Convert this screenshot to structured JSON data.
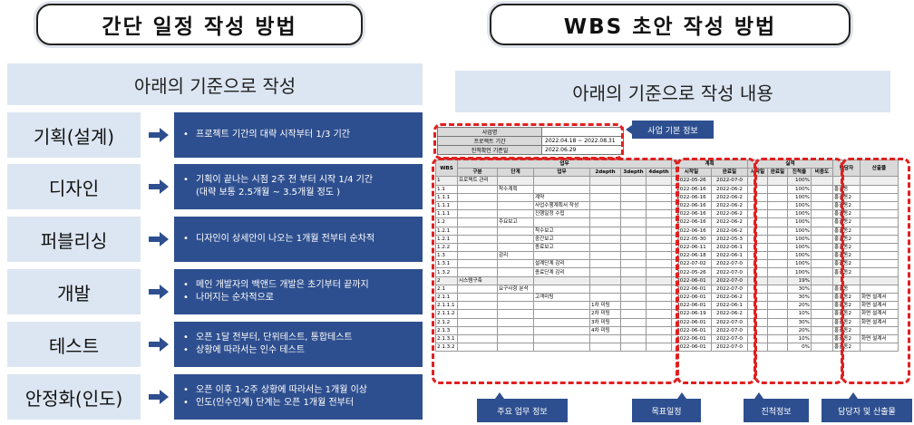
{
  "left": {
    "title": "간단 일정 작성 방법",
    "subtitle": "아래의 기준으로 작성",
    "phases": [
      {
        "label": "기획(설계)",
        "lines": [
          "프로젝트 기간의 대략 시작부터 1/3 기간"
        ]
      },
      {
        "label": "디자인",
        "lines": [
          "기획이 끝나는 시점 2주 전 부터 시작 1/4 기간",
          "(대략 보통 2.5개월 ~ 3.5개월 정도 )"
        ]
      },
      {
        "label": "퍼블리싱",
        "lines": [
          "디자인이 상세안이 나오는 1개월 전부터 순차적"
        ]
      },
      {
        "label": "개발",
        "lines": [
          "메인 개발자의 백앤드 개발은 초기부터 끝까지",
          "나머지는 순차적으로"
        ]
      },
      {
        "label": "테스트",
        "lines": [
          "오픈 1달 전부터, 단위테스트, 통합테스트",
          "상황에 따라서는 인수 테스트"
        ]
      },
      {
        "label": "안정화(인도)",
        "lines": [
          "오픈 이후 1-2주 상황에 따라서는 1개월 이상",
          "인도(인수인계) 단계는 오픈 1개월 전부터"
        ]
      }
    ]
  },
  "right": {
    "title": "WBS 초안 작성 방법",
    "subtitle": "아래의 기준으로 작성 내용",
    "callouts": {
      "project_info": "사업 기본 정보",
      "main_work": "주요 업무 정보",
      "target_schedule": "목표일정",
      "progress": "진척정보",
      "owner_output": "담당자 및 산출물"
    },
    "info": [
      {
        "key": "사업명",
        "value": ""
      },
      {
        "key": "프로젝트 기간",
        "value": "2022.04.18 ~ 2022.08.31"
      },
      {
        "key": "진척확인 기준일",
        "value": "2022.06.29"
      }
    ],
    "headers": {
      "wbs": "WBS",
      "work": "업무",
      "gubun": "구분",
      "stage": "단계",
      "task": "업무",
      "d2": "2depth",
      "d3": "3depth",
      "d4": "4depth",
      "plan": "계획",
      "start": "시작일",
      "end": "완료일",
      "actual": "실적",
      "a_start": "시작일",
      "a_end": "완료일",
      "progress": "진척율",
      "weight": "비중도",
      "owner": "담당자",
      "output": "산출물"
    },
    "rows": [
      [
        "1",
        "프로젝트 관리",
        "",
        "",
        "",
        "",
        "",
        "2022-05-26",
        "2022-07-0",
        "",
        "",
        "100%",
        "",
        "",
        ""
      ],
      [
        "1.1",
        "",
        "착수계획",
        "",
        "",
        "",
        "",
        "2022-06-16",
        "2022-06-2",
        "",
        "",
        "100%",
        "",
        "홍길동",
        ""
      ],
      [
        "1.1.1",
        "",
        "",
        "계약",
        "",
        "",
        "",
        "2022-06-16",
        "2022-06-2",
        "",
        "",
        "100%",
        "",
        "홍길동2",
        ""
      ],
      [
        "1.1.1",
        "",
        "",
        "사업수행계획서 작성",
        "",
        "",
        "",
        "2022-06-16",
        "2022-06-2",
        "",
        "",
        "100%",
        "",
        "홍길동2",
        ""
      ],
      [
        "1.1.1",
        "",
        "",
        "진행일정 수립",
        "",
        "",
        "",
        "2022-06-16",
        "2022-06-2",
        "",
        "",
        "100%",
        "",
        "홍길동2",
        ""
      ],
      [
        "1.2",
        "",
        "주요보고",
        "",
        "",
        "",
        "",
        "2022-06-16",
        "2022-06-2",
        "",
        "",
        "100%",
        "",
        "홍길동2",
        ""
      ],
      [
        "1.2.1",
        "",
        "",
        "착수보고",
        "",
        "",
        "",
        "2022-06-16",
        "2022-06-2",
        "",
        "",
        "100%",
        "",
        "홍길동2",
        ""
      ],
      [
        "1.2.1",
        "",
        "",
        "중간보고",
        "",
        "",
        "",
        "2022-05-30",
        "2022-05-3",
        "",
        "",
        "100%",
        "",
        "홍길동2",
        ""
      ],
      [
        "1.2.2",
        "",
        "",
        "종료보고",
        "",
        "",
        "",
        "2022-06-11",
        "2022-06-1",
        "",
        "",
        "100%",
        "",
        "홍길동2",
        ""
      ],
      [
        "1.3",
        "",
        "감리",
        "",
        "",
        "",
        "",
        "2022-06-18",
        "2022-06-1",
        "",
        "",
        "100%",
        "",
        "홍길동2",
        ""
      ],
      [
        "1.3.1",
        "",
        "",
        "설계단계 감리",
        "",
        "",
        "",
        "2022-07-02",
        "2022-07-0",
        "",
        "",
        "100%",
        "",
        "홍길동2",
        ""
      ],
      [
        "1.3.2",
        "",
        "",
        "종료단계 감리",
        "",
        "",
        "",
        "2022-05-26",
        "2022-07-0",
        "",
        "",
        "100%",
        "",
        "홍길동2",
        ""
      ],
      [
        "2",
        "시스템구축",
        "",
        "",
        "",
        "",
        "",
        "2022-06-01",
        "2022-07-0",
        "",
        "",
        "19%",
        "",
        "",
        ""
      ],
      [
        "2.1",
        "",
        "요구사항 분석",
        "",
        "",
        "",
        "",
        "2022-06-01",
        "2022-07-0",
        "",
        "",
        "30%",
        "",
        "홍길동",
        ""
      ],
      [
        "2.1.1",
        "",
        "",
        "고객미팅",
        "",
        "",
        "",
        "2022-06-01",
        "2022-06-2",
        "",
        "",
        "30%",
        "",
        "홍길동2",
        "화면 설계서"
      ],
      [
        "2.1.1.1",
        "",
        "",
        "",
        "1차 미팅",
        "",
        "",
        "2022-06-01",
        "2022-06-1",
        "",
        "",
        "20%",
        "",
        "홍길동2",
        "화면 설계서"
      ],
      [
        "2.1.1.2",
        "",
        "",
        "",
        "2차 미팅",
        "",
        "",
        "2022-06-19",
        "2022-06-2",
        "",
        "",
        "10%",
        "",
        "홍길동2",
        "화면 설계서"
      ],
      [
        "2.1.2",
        "",
        "",
        "",
        "3차 미팅",
        "",
        "",
        "2022-06-01",
        "2022-07-0",
        "",
        "",
        "30%",
        "",
        "홍길동2",
        "화면 설계서"
      ],
      [
        "2.1.3",
        "",
        "",
        "",
        "4차 미팅",
        "",
        "",
        "2022-06-01",
        "2022-07-0",
        "",
        "",
        "20%",
        "",
        "홍길동2",
        ""
      ],
      [
        "2.1.3.1",
        "",
        "",
        "",
        "",
        "",
        "",
        "2022-06-01",
        "2022-07-0",
        "",
        "",
        "10%",
        "",
        "홍길동2",
        "화면 설계서"
      ],
      [
        "2.1.3.2",
        "",
        "",
        "",
        "",
        "",
        "",
        "2022-06-01",
        "2022-07-0",
        "",
        "",
        "0%",
        "",
        "홍길동2",
        ""
      ]
    ]
  },
  "colors": {
    "accent": "#2e4f8f",
    "panel": "#dce6f2",
    "dash": "#e02020"
  },
  "icons": {
    "arrow": "arrow-right-icon"
  }
}
